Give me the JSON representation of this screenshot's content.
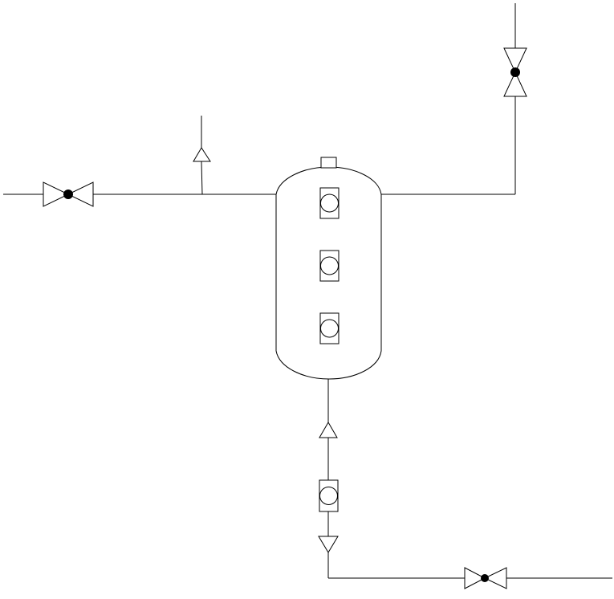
{
  "diagram": {
    "type": "process-flow",
    "colors": {
      "line": "#000000",
      "background": "#ffffff"
    },
    "components": [
      {
        "id": "vessel",
        "kind": "vertical-pressure-vessel",
        "icon": "vessel-icon"
      },
      {
        "id": "vessel-top-nozzle",
        "kind": "nozzle",
        "icon": "nozzle-icon"
      },
      {
        "id": "sight-glass-1",
        "kind": "sight-glass",
        "icon": "sight-glass-icon"
      },
      {
        "id": "sight-glass-2",
        "kind": "sight-glass",
        "icon": "sight-glass-icon"
      },
      {
        "id": "sight-glass-3",
        "kind": "sight-glass",
        "icon": "sight-glass-icon"
      },
      {
        "id": "inlet-valve",
        "kind": "gate-valve",
        "icon": "gate-valve-icon"
      },
      {
        "id": "outlet-valve",
        "kind": "gate-valve",
        "icon": "gate-valve-icon"
      },
      {
        "id": "drain-valve",
        "kind": "gate-valve",
        "icon": "gate-valve-icon"
      },
      {
        "id": "vent-check",
        "kind": "flow-arrow",
        "icon": "flow-arrow-icon"
      },
      {
        "id": "drain-check-up",
        "kind": "flow-arrow",
        "icon": "flow-arrow-icon"
      },
      {
        "id": "drain-check-down",
        "kind": "flow-arrow",
        "icon": "flow-arrow-icon"
      },
      {
        "id": "drain-sight-glass",
        "kind": "sight-glass",
        "icon": "sight-glass-icon"
      }
    ],
    "connections": [
      {
        "from": "inlet",
        "to": "inlet-valve"
      },
      {
        "from": "inlet-valve",
        "to": "vessel"
      },
      {
        "from": "inlet-line",
        "to": "vent-check"
      },
      {
        "from": "vessel",
        "to": "outlet-valve"
      },
      {
        "from": "outlet-valve",
        "to": "outlet"
      },
      {
        "from": "vessel",
        "to": "drain-check-up"
      },
      {
        "from": "drain-check-up",
        "to": "drain-sight-glass"
      },
      {
        "from": "drain-sight-glass",
        "to": "drain-check-down"
      },
      {
        "from": "drain-check-down",
        "to": "drain-valve"
      },
      {
        "from": "drain-valve",
        "to": "drain-outlet"
      }
    ]
  }
}
